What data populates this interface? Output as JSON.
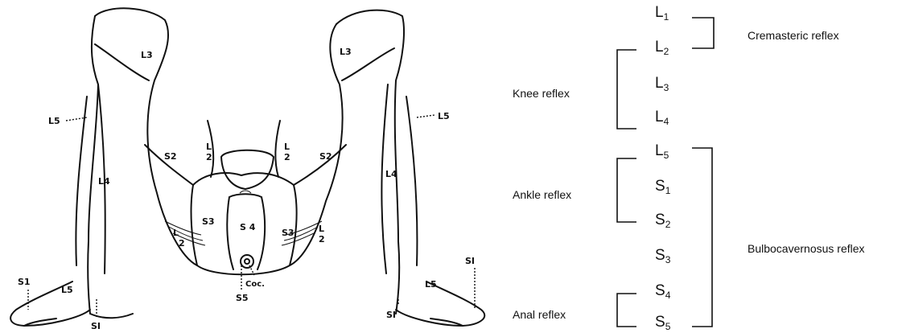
{
  "segments": [
    {
      "letter": "L",
      "number": "1"
    },
    {
      "letter": "L",
      "number": "2"
    },
    {
      "letter": "L",
      "number": "3"
    },
    {
      "letter": "L",
      "number": "4"
    },
    {
      "letter": "L",
      "number": "5"
    },
    {
      "letter": "S",
      "number": "1"
    },
    {
      "letter": "S",
      "number": "2"
    },
    {
      "letter": "S",
      "number": "3"
    },
    {
      "letter": "S",
      "number": "4"
    },
    {
      "letter": "S",
      "number": "5"
    }
  ],
  "reflexes": {
    "cremasteric": "Cremasteric reflex",
    "knee": "Knee reflex",
    "ankle": "Ankle reflex",
    "bulbocavernosus": "Bulbocavernosus reflex",
    "anal": "Anal reflex"
  },
  "dermatomes": {
    "left_thigh": "L3",
    "right_thigh": "L3",
    "left_l5_callout": "L5",
    "right_l5_callout": "L5",
    "left_leg": "L4",
    "right_leg": "L4",
    "left_s2": "S2",
    "right_s2": "S2",
    "left_l2_upper_num": "L",
    "left_l2_upper_den": "2",
    "right_l2_upper_num": "L",
    "right_l2_upper_den": "2",
    "left_s3": "S3",
    "right_s3": "S3",
    "s4": "S 4",
    "left_l2_lower_num": "L",
    "left_l2_lower_den": "2",
    "right_l2_lower_num": "L",
    "right_l2_lower_den": "2",
    "coccyx": "Coc.",
    "s5": "S5",
    "left_s1_outer": "S1",
    "left_s1_foot": "SI",
    "left_l5_foot": "L5",
    "right_s1_outer": "SI",
    "right_s1_foot": "SI",
    "right_l5_foot": "L5"
  }
}
